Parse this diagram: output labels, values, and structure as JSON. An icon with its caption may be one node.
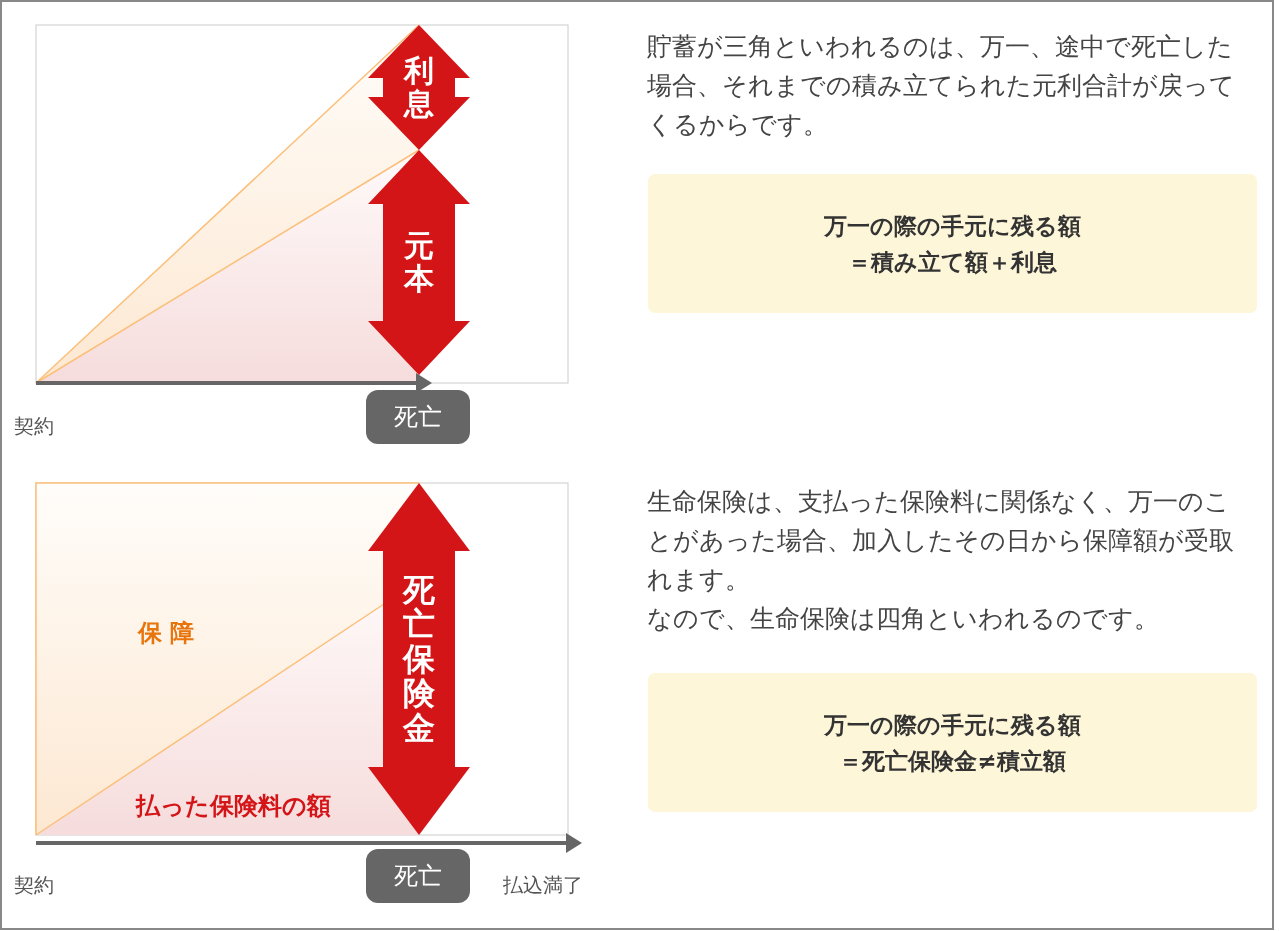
{
  "diagram": {
    "nodes": [
      {
        "text": [
          "利息"
        ]
      },
      {
        "text": [
          "元本"
        ]
      },
      {
        "text": [
          "死亡"
        ]
      },
      {
        "text": [
          "万一の際の手元に残る額＝積み立て額＋利息"
        ]
      },
      {
        "text": [
          "死亡保険金"
        ]
      },
      {
        "text": [
          "死亡"
        ]
      },
      {
        "text": [
          "万一の際の手元に残る額＝死亡保険金≠積立額"
        ]
      }
    ],
    "labels": [
      "貯蓄が三角といわれるのは、万一、途中で死亡した場合、それまでの積み立てられた元利合計が戻ってくるからです。",
      "契約",
      "生命保険は、支払った保険料に関係なく、万一のことがあった場合、加入したその日から保障額が受取れます。",
      "なので、生命保険は四角といわれるのです。",
      "保 障",
      "払った保険料の額",
      "契約",
      "払込満了"
    ]
  }
}
